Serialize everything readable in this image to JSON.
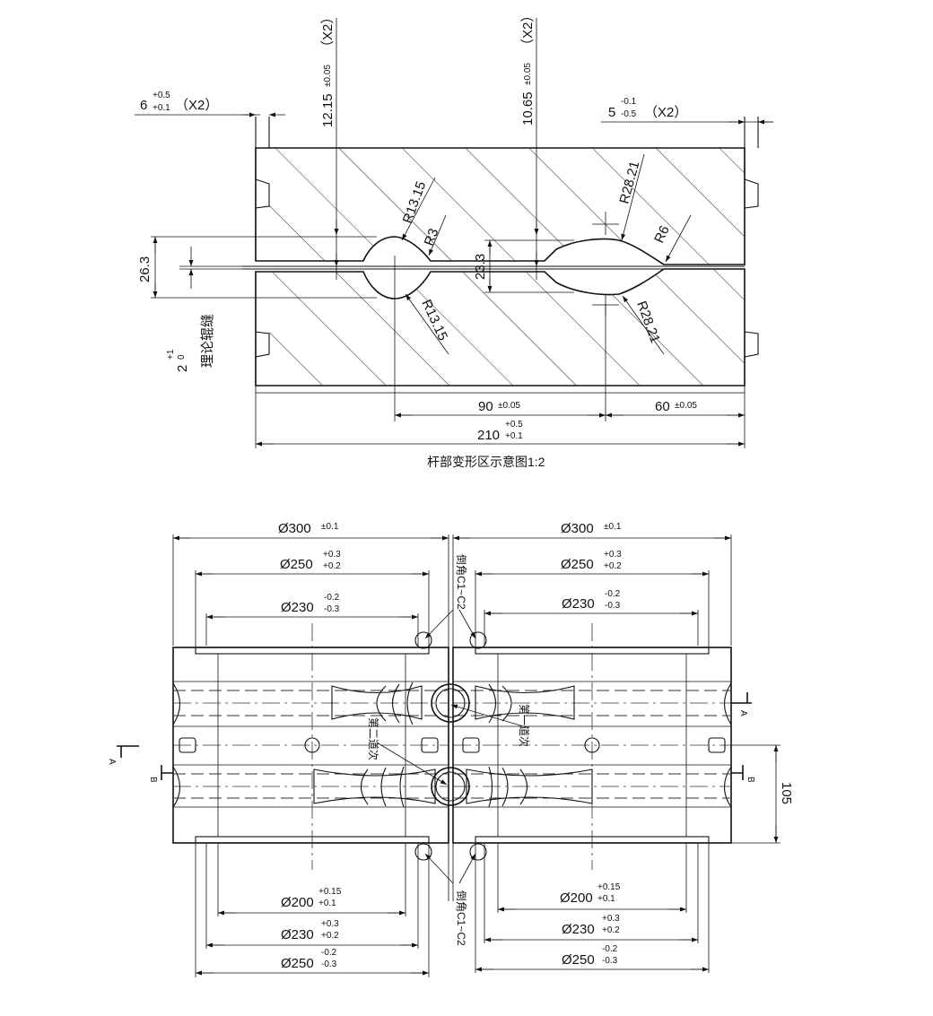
{
  "top_view": {
    "slot_left": {
      "main": "6",
      "upper_tol": "+0.5",
      "lower_tol": "+0.1",
      "suffix": "（X2）"
    },
    "slot_right": {
      "main": "5",
      "upper_tol": "-0.1",
      "lower_tol": "-0.5",
      "suffix": "（X2）"
    },
    "depth_left": {
      "main": "12.15",
      "tol": "±0.05",
      "suffix": "（X2）"
    },
    "depth_right": {
      "main": "10.65",
      "tol": "±0.05",
      "suffix": "（X2）"
    },
    "r13_upper": "R13.15",
    "r3": "R3",
    "r13_lower": "R13.15",
    "r28_upper": "R28.21",
    "r6": "R6",
    "r28_lower": "R28.21",
    "height_left": "26.3",
    "height_mid": "23.3",
    "gap": {
      "main": "2",
      "upper_tol": "+1",
      "lower_tol": "0",
      "label": "理论辊缝"
    },
    "dim_90": {
      "main": "90",
      "tol": "±0.05"
    },
    "dim_60": {
      "main": "60",
      "tol": "±0.05"
    },
    "dim_210": {
      "main": "210",
      "upper_tol": "+0.5",
      "lower_tol": "+0.1"
    },
    "caption": "杆部变形区示意图1:2"
  },
  "bottom_view": {
    "d300_left": {
      "main": "Ø300",
      "tol": "±0.1"
    },
    "d300_right": {
      "main": "Ø300",
      "tol": "±0.1"
    },
    "d250_top_left": {
      "main": "Ø250",
      "upper_tol": "+0.3",
      "lower_tol": "+0.2"
    },
    "d250_top_right": {
      "main": "Ø250",
      "upper_tol": "+0.3",
      "lower_tol": "+0.2"
    },
    "d230_top_left": {
      "main": "Ø230",
      "upper_tol": "-0.2",
      "lower_tol": "-0.3"
    },
    "d230_top_right": {
      "main": "Ø230",
      "upper_tol": "-0.2",
      "lower_tol": "-0.3"
    },
    "chamfer_top": "倒角C1~C2",
    "chamfer_bottom": "倒角C1~C2",
    "pass_one": "第一道次",
    "pass_two": "第二道次",
    "section_a": "A",
    "section_b": "B",
    "dim_105": "105",
    "d200_left": {
      "main": "Ø200",
      "upper_tol": "+0.15",
      "lower_tol": "+0.1"
    },
    "d200_right": {
      "main": "Ø200",
      "upper_tol": "+0.15",
      "lower_tol": "+0.1"
    },
    "d230_bot_left": {
      "main": "Ø230",
      "upper_tol": "+0.3",
      "lower_tol": "+0.2"
    },
    "d230_bot_right": {
      "main": "Ø230",
      "upper_tol": "+0.3",
      "lower_tol": "+0.2"
    },
    "d250_bot_left": {
      "main": "Ø250",
      "upper_tol": "-0.2",
      "lower_tol": "-0.3"
    },
    "d250_bot_right": {
      "main": "Ø250",
      "upper_tol": "-0.2",
      "lower_tol": "-0.3"
    }
  }
}
